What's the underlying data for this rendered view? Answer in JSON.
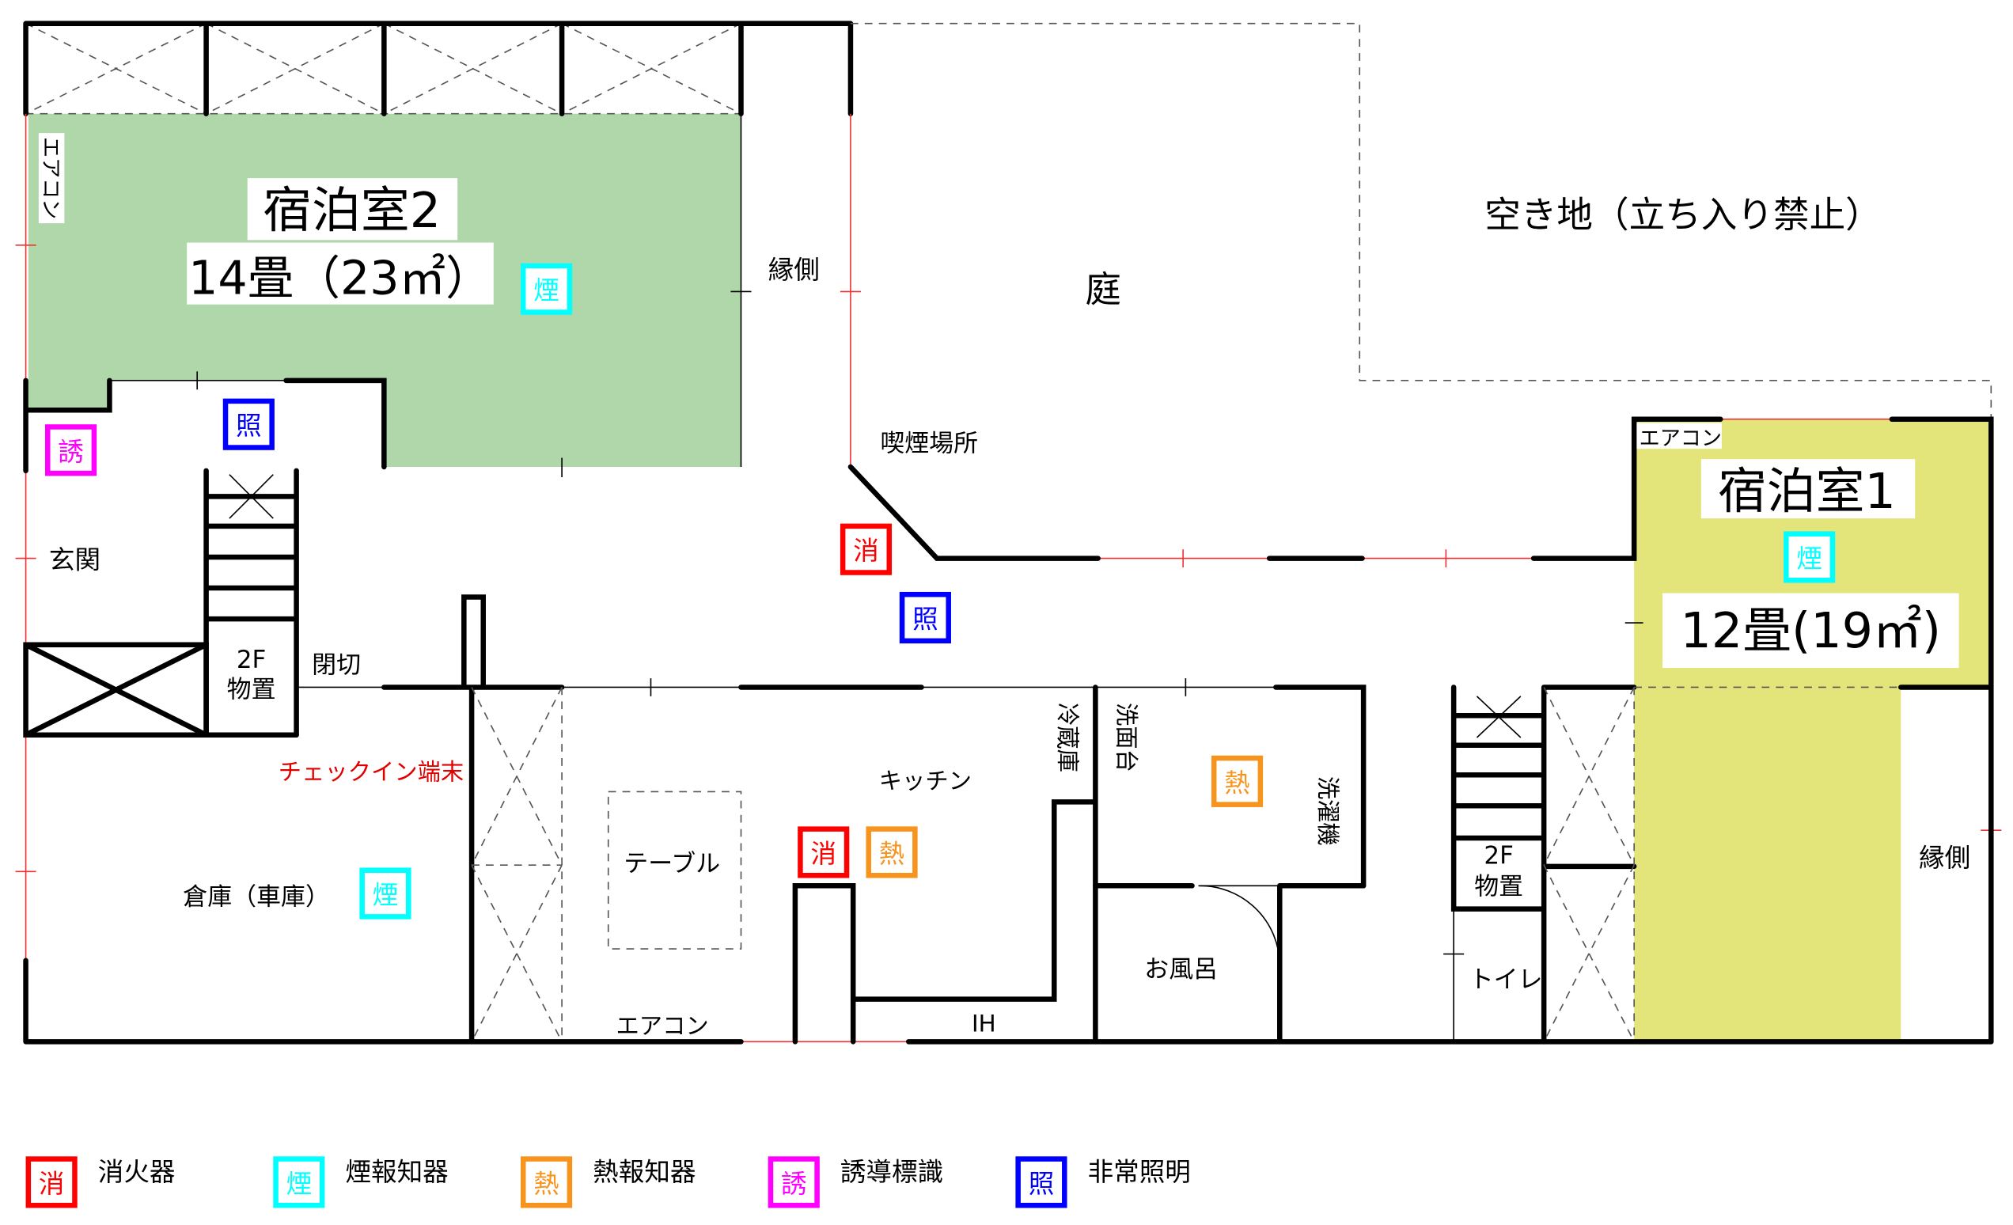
{
  "rooms": {
    "room2_name": "宿泊室2",
    "room2_size": "14畳（23㎡）",
    "room1_name": "宿泊室1",
    "room1_size": "12畳(19㎡)",
    "engawa_top": "縁側",
    "engawa_right": "縁側",
    "garden": "庭",
    "vacant_lot": "空き地（立ち入り禁止）",
    "smoking": "喫煙場所",
    "entrance": "玄関",
    "storage_2f_left": [
      "2F",
      "物置"
    ],
    "storage_2f_right": [
      "2F",
      "物置"
    ],
    "closed": "閉切",
    "checkin": "チェックイン端末",
    "garage": "倉庫（車庫）",
    "table": "テーブル",
    "kitchen": "キッチン",
    "fridge": "冷蔵庫",
    "washbasin": "洗面台",
    "washer": "洗濯機",
    "bath": "お風呂",
    "toilet": "トイレ",
    "ih": "IH",
    "aircon_left": "エアコン",
    "aircon_bottom": "エアコン",
    "aircon_right": "エアコン"
  },
  "markers": {
    "extinguisher": {
      "glyph": "消",
      "color": "#ff0000"
    },
    "smoke": {
      "glyph": "煙",
      "color": "#00ffff"
    },
    "heat": {
      "glyph": "熱",
      "color": "#f7941d"
    },
    "guide": {
      "glyph": "誘",
      "color": "#ff00ff"
    },
    "light": {
      "glyph": "照",
      "color": "#0000ff"
    }
  },
  "legend": [
    {
      "glyph": "消",
      "label": "消火器",
      "color": "#ff0000"
    },
    {
      "glyph": "煙",
      "label": "煙報知器",
      "color": "#00ffff"
    },
    {
      "glyph": "熱",
      "label": "熱報知器",
      "color": "#f7941d"
    },
    {
      "glyph": "誘",
      "label": "誘導標識",
      "color": "#ff00ff"
    },
    {
      "glyph": "照",
      "label": "非常照明",
      "color": "#0000ff"
    }
  ],
  "colors": {
    "room2_fill": "#afd7a9",
    "room1_fill": "#e3e57a"
  }
}
